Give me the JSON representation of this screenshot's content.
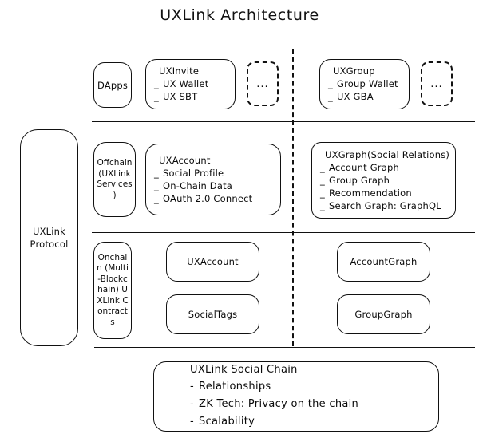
{
  "diagram": {
    "title": "UXLink Architecture",
    "protocol": {
      "line1": "UXLink",
      "line2": "Protocol"
    },
    "layers": {
      "offchain_label": "Offchain (UXLink Services )",
      "onchain_label": "Onchain (Multi-Blockchain) UXLink Contracts"
    },
    "application_row": {
      "dapps": "DApps",
      "uxinvite": {
        "title": "UXInvite",
        "items": [
          "UX Wallet",
          "UX SBT"
        ]
      },
      "more_left": "...",
      "uxgroup": {
        "title": "UXGroup",
        "items": [
          "Group Wallet",
          "UX GBA"
        ]
      },
      "more_right": "..."
    },
    "service_row": {
      "uxaccount": {
        "title": "UXAccount",
        "items": [
          "Social Profile",
          "On-Chain Data",
          "OAuth 2.0 Connect"
        ]
      },
      "uxgraph": {
        "title": "UXGraph(Social Relations)",
        "items": [
          "Account Graph",
          "Group Graph",
          "Recommendation",
          "Search Graph: GraphQL"
        ]
      }
    },
    "contract_row": {
      "left": [
        "UXAccount",
        "SocialTags"
      ],
      "right": [
        "AccountGraph",
        "GroupGraph"
      ]
    },
    "social_chain": {
      "title": "UXLink Social Chain",
      "items": [
        "Relationships",
        "ZK Tech: Privacy on the chain",
        "Scalability"
      ]
    },
    "marks": {
      "item_dash": "_",
      "bullet_dash": "-"
    }
  }
}
